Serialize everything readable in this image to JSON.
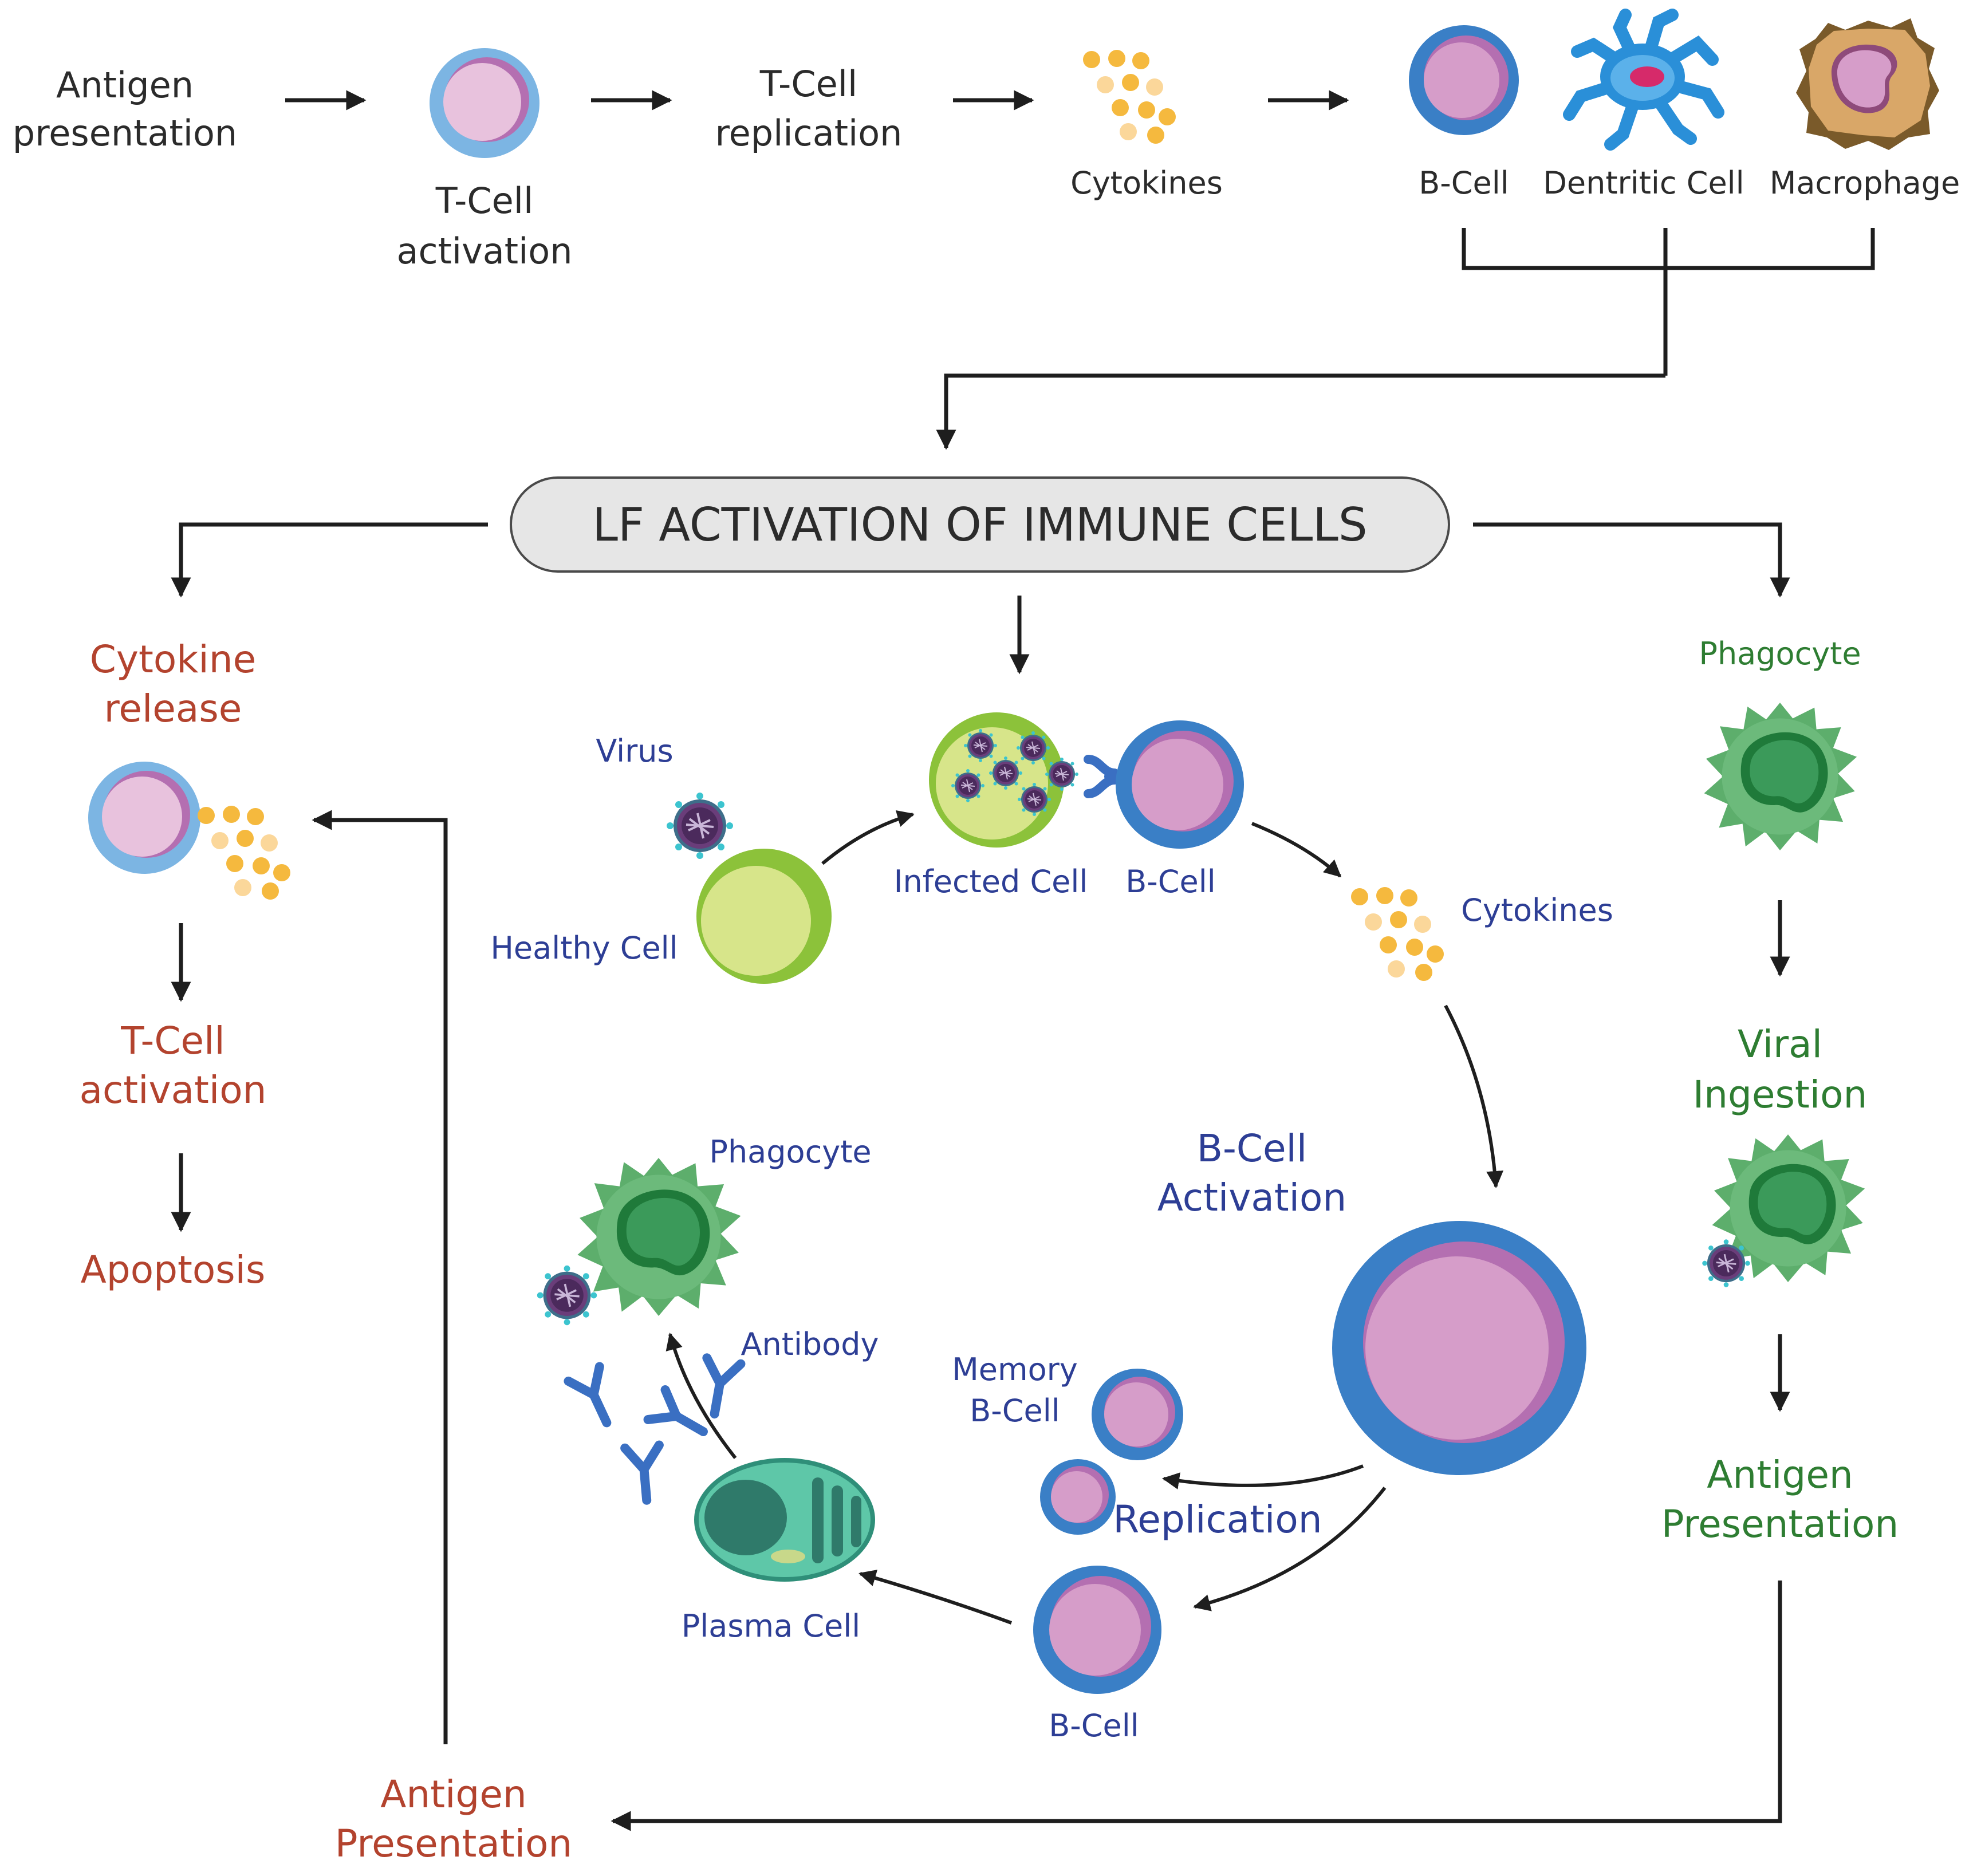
{
  "title_box": {
    "text": "LF ACTIVATION OF IMMUNE CELLS"
  },
  "top_row": {
    "antigen_presentation": [
      "Antigen",
      "presentation"
    ],
    "tcell_activation": [
      "T-Cell",
      "activation"
    ],
    "tcell_replication": [
      "T-Cell",
      "replication"
    ],
    "cytokines": "Cytokines",
    "bcell": "B-Cell",
    "dendritic_cell": "Dentritic Cell",
    "macrophage": "Macrophage"
  },
  "left_branch": {
    "cytokine_release": [
      "Cytokine",
      "release"
    ],
    "tcell_activation": [
      "T-Cell",
      "activation"
    ],
    "apoptosis": "Apoptosis"
  },
  "right_branch": {
    "phagocyte": "Phagocyte",
    "viral_ingestion": [
      "Viral",
      "Ingestion"
    ],
    "antigen_presentation": [
      "Antigen",
      "Presentation"
    ]
  },
  "center_cycle": {
    "virus": "Virus",
    "healthy_cell": "Healthy Cell",
    "infected_cell": "Infected Cell",
    "bcell": "B-Cell",
    "cytokines": "Cytokines",
    "bcell_activation": [
      "B-Cell",
      "Activation"
    ],
    "memory_bcell": [
      "Memory",
      "B-Cell"
    ],
    "replication": "Replication",
    "bcell_bottom": "B-Cell",
    "plasma_cell": "Plasma Cell",
    "antibody": "Antibody",
    "phagocyte": "Phagocyte"
  },
  "bottom": {
    "antigen_presentation": [
      "Antigen",
      "Presentation"
    ]
  },
  "colors": {
    "label_black": "#2b2b2b",
    "label_blue": "#2d3e95",
    "label_red": "#b3432e",
    "label_green": "#2e7d32",
    "bcell_outer": "#3a7fc6",
    "bcell_inner": "#d69dc9",
    "tcell_outer": "#7cb5e3",
    "tcell_inner": "#e8c2dd",
    "cytokine": "#f5b93e",
    "healthy_cell": "#9cc83a",
    "phagocyte": "#5dae6c",
    "plasma_cell": "#5ec7a8",
    "virus": "#6a3d7a",
    "title_box_fill": "#e6e6e6"
  }
}
